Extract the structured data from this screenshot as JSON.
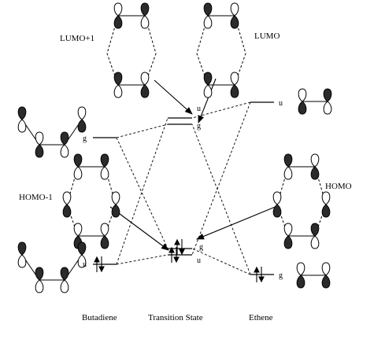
{
  "orbital_labels": {
    "lumo_plus_1": "LUMO+1",
    "lumo": "LUMO",
    "homo_minus_1": "HOMO-1",
    "homo": "HOMO"
  },
  "symmetry_labels": {
    "butadiene_upper": "g",
    "butadiene_lower": "u",
    "ts_upper_1": "u",
    "ts_upper_2": "g",
    "ts_lower_1": "g",
    "ts_lower_2": "u",
    "ethene_upper": "u",
    "ethene_lower": "g"
  },
  "column_labels": {
    "butadiene": "Butadiene",
    "transition_state": "Transition State",
    "ethene": "Ethene"
  }
}
